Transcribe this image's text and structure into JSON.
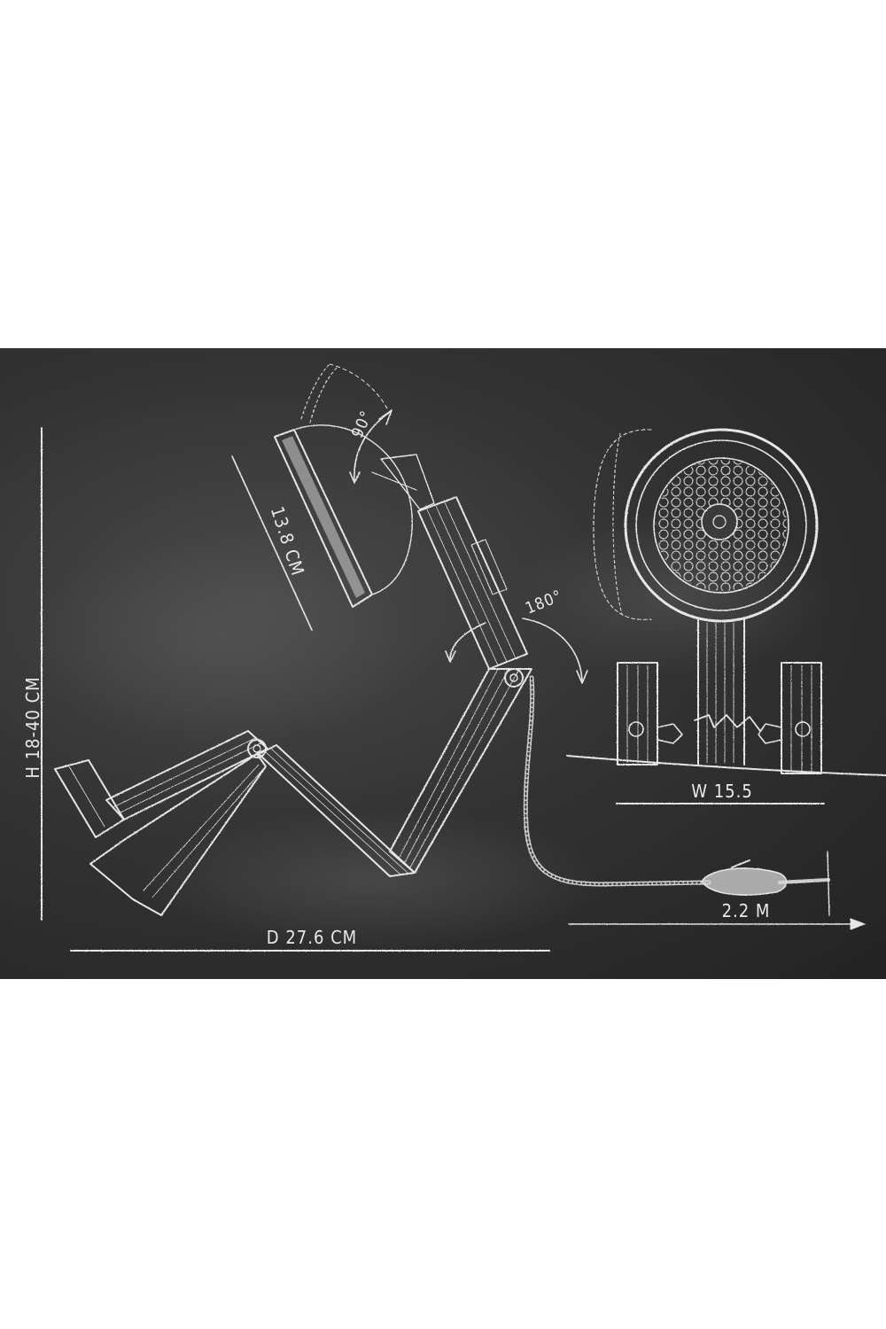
{
  "labels": {
    "height": "H 18-40 CM",
    "shade_diameter": "13.8 CM",
    "shade_angle": "90°",
    "arm_angle": "180°",
    "width": "W 15.5",
    "cable": "2.2 M",
    "depth": "D 27.6 CM"
  },
  "colors": {
    "board": "#333333",
    "chalk": "#e9e9e9"
  }
}
